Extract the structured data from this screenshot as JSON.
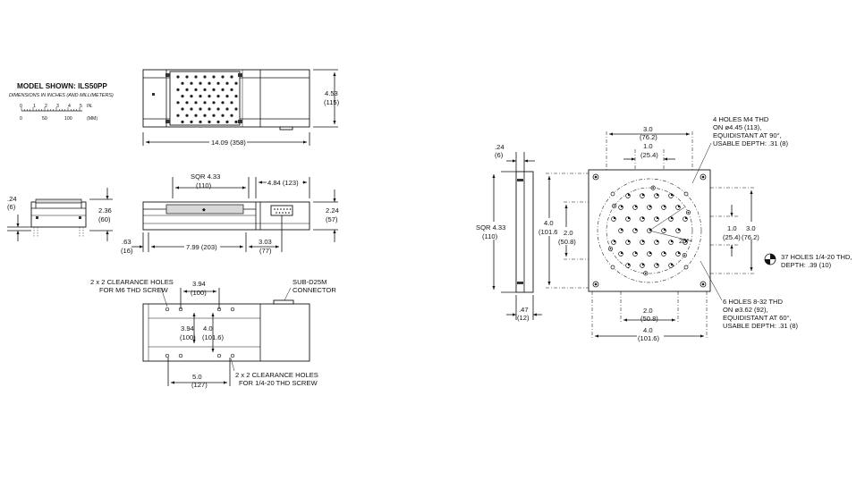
{
  "legend": {
    "model_label": "MODEL SHOWN: ",
    "model_name": "ILS50PP",
    "dimensions_note": "DIMENSIONS IN INCHES (AND MILLIMETERS)",
    "scale_in_ticks": [
      "0",
      "1",
      "2",
      "3",
      "4",
      "5"
    ],
    "scale_in_unit": "IN.",
    "scale_mm_ticks": [
      "0",
      "50",
      "100"
    ],
    "scale_mm_unit": "(MM)"
  },
  "top_view": {
    "length_in": "14.09 (358)",
    "width_in": "4.53",
    "width_mm": "(115)"
  },
  "end_view": {
    "base_in": ".24",
    "base_mm": "(6)",
    "height_in": "2.36",
    "height_mm": "(60)"
  },
  "side_view": {
    "sqr_in": "SQR 4.33",
    "sqr_mm": "(110)",
    "motor_len": "4.84 (123)",
    "height_in": "2.24",
    "height_mm": "(57)",
    "offset_in": ".63",
    "offset_mm": "(16)",
    "travel": "7.99 (203)",
    "conn_in": "3.03",
    "conn_mm": "(77)"
  },
  "bottom_view": {
    "m6_label_1": "2 x 2 CLEARANCE HOLES",
    "m6_label_2": "FOR M6 THD SCREW",
    "top_spacing_in": "3.94",
    "top_spacing_mm": "(100)",
    "sub_d_1": "SUB-D25M",
    "sub_d_2": "CONNECTOR",
    "v_spacing_in": "3.94",
    "v_spacing_mm": "(100)",
    "v2_in": "4.0",
    "v2_mm": "(101.6)",
    "bot_spacing_in": "5.0",
    "bot_spacing_mm": "(127)",
    "q20_label_1": "2 x 2 CLEARANCE HOLES",
    "q20_label_2": "FOR 1/4-20 THD SCREW"
  },
  "carriage_side": {
    "thick_in": ".24",
    "thick_mm": "(6)",
    "sqr_in": "SQR 4.33",
    "sqr_mm": "(110)",
    "base_in": ".47",
    "base_mm": "(12)"
  },
  "carriage_top": {
    "w3_in": "3.0",
    "w3_mm": "(76.2)",
    "w1_in": "1.0",
    "w1_mm": "(25.4)",
    "h4_in": "4.0",
    "h4_mm": "(101.6)",
    "h2_in": "2.0",
    "h2_mm": "(50.8)",
    "r1_in": "1.0",
    "r1_mm": "(25.4)",
    "r3_in": "3.0",
    "r3_mm": "(76.2)",
    "angle": "25°",
    "b2_in": "2.0",
    "b2_mm": "(50.8)",
    "b4_in": "4.0",
    "b4_mm": "(101.6)",
    "m4_1": "4 HOLES M4 THD",
    "m4_2": "ON ø4.45 (113),",
    "m4_3": "EQUIDISTANT AT 90°,",
    "m4_4": "USABLE DEPTH: .31 (8)",
    "holes37_1": "37 HOLES 1/4-20 THD,",
    "holes37_2": "DEPTH: .39 (10)",
    "h832_1": "6 HOLES 8-32 THD",
    "h832_2": "ON ø3.62 (92),",
    "h832_3": "EQUIDISTANT AT 60°,",
    "h832_4": "USABLE DEPTH: .31 (8)"
  }
}
